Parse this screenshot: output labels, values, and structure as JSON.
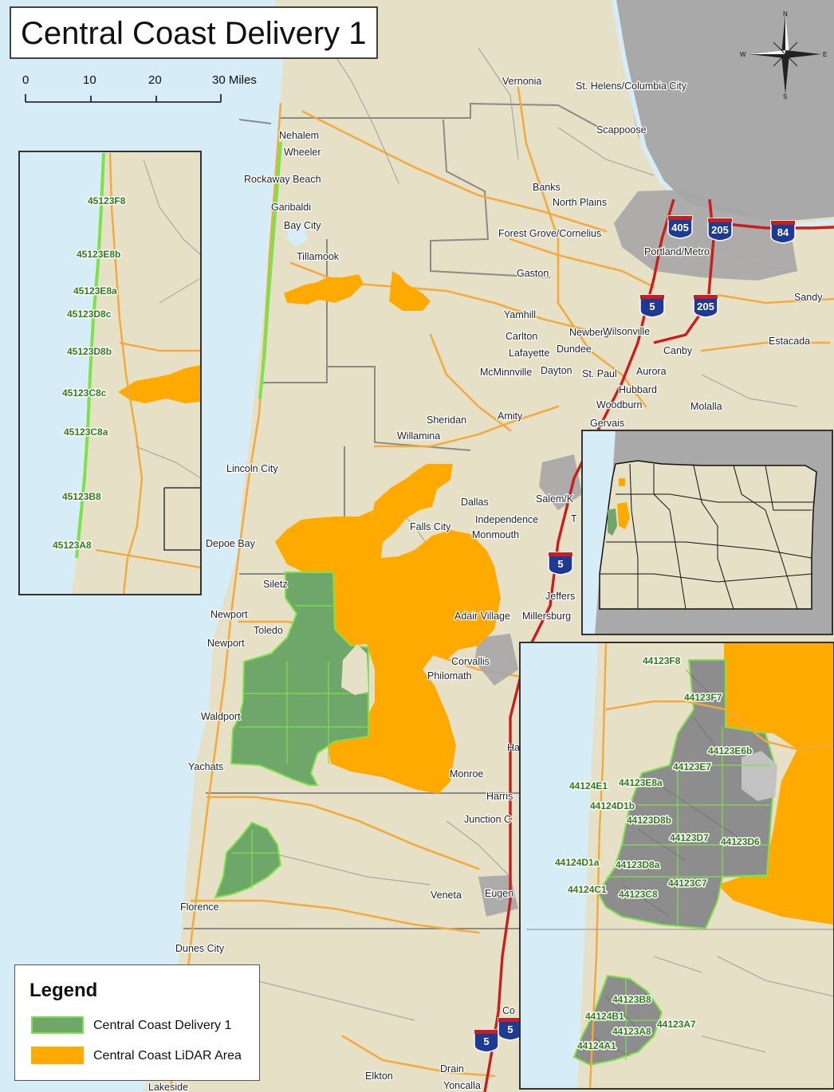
{
  "title": "Central Coast Delivery 1",
  "colors": {
    "land": "#e6e0c7",
    "water": "#d6ecf7",
    "out_of_state": "#a9a9a9",
    "delivery": "#6fa66a",
    "delivery_edge": "#7ce24a",
    "lidar": "#ffaa00",
    "road": "#f3a83a",
    "interstate": "#c81e1e",
    "urban": "#a6a6a6"
  },
  "scale_bar": {
    "labels": [
      "0",
      "10",
      "20",
      "30 Miles"
    ]
  },
  "compass": {
    "n": "N",
    "s": "S",
    "e": "E",
    "w": "W"
  },
  "places": [
    {
      "name": "Vernonia"
    },
    {
      "name": "St. Helens/Columbia City"
    },
    {
      "name": "Nehalem"
    },
    {
      "name": "Wheeler"
    },
    {
      "name": "Scappoose"
    },
    {
      "name": "Rockaway Beach"
    },
    {
      "name": "Banks"
    },
    {
      "name": "North Plains"
    },
    {
      "name": "Garibaldi"
    },
    {
      "name": "Bay City"
    },
    {
      "name": "Forest Grove/Cornelius"
    },
    {
      "name": "Tillamook"
    },
    {
      "name": "Portland/Metro"
    },
    {
      "name": "Gaston"
    },
    {
      "name": "Sandy"
    },
    {
      "name": "Yamhill"
    },
    {
      "name": "Carlton"
    },
    {
      "name": "Newberg"
    },
    {
      "name": "Wilsonville"
    },
    {
      "name": "Estacada"
    },
    {
      "name": "Lafayette"
    },
    {
      "name": "Dundee"
    },
    {
      "name": "Canby"
    },
    {
      "name": "McMinnville"
    },
    {
      "name": "Dayton"
    },
    {
      "name": "St. Paul"
    },
    {
      "name": "Aurora"
    },
    {
      "name": "Hubbard"
    },
    {
      "name": "Woodburn"
    },
    {
      "name": "Molalla"
    },
    {
      "name": "Gervais"
    },
    {
      "name": "Sheridan"
    },
    {
      "name": "Amity"
    },
    {
      "name": "Willamina"
    },
    {
      "name": "Lincoln City"
    },
    {
      "name": "Dallas"
    },
    {
      "name": "Salem/K"
    },
    {
      "name": "Independence"
    },
    {
      "name": "Falls City"
    },
    {
      "name": "Monmouth"
    },
    {
      "name": "Depoe Bay"
    },
    {
      "name": "Siletz"
    },
    {
      "name": "Jeffers"
    },
    {
      "name": "Newport"
    },
    {
      "name": "Adair Village"
    },
    {
      "name": "Millersburg"
    },
    {
      "name": "Toledo"
    },
    {
      "name": "Newport"
    },
    {
      "name": "Corvallis"
    },
    {
      "name": "Philomath"
    },
    {
      "name": "Waldport"
    },
    {
      "name": "Ha"
    },
    {
      "name": "Yachats"
    },
    {
      "name": "Monroe"
    },
    {
      "name": "Harris"
    },
    {
      "name": "Junction C"
    },
    {
      "name": "Florence"
    },
    {
      "name": "Veneta"
    },
    {
      "name": "Eugen"
    },
    {
      "name": "Dunes City"
    },
    {
      "name": "Co"
    },
    {
      "name": "Elkton"
    },
    {
      "name": "Drain"
    },
    {
      "name": "Lakeside"
    },
    {
      "name": "Yoncalla"
    },
    {
      "name": "T"
    }
  ],
  "interstate_shields": [
    {
      "num": "405"
    },
    {
      "num": "205"
    },
    {
      "num": "84"
    },
    {
      "num": "5"
    },
    {
      "num": "205"
    },
    {
      "num": "5"
    },
    {
      "num": "5"
    },
    {
      "num": "5"
    }
  ],
  "inset_north": {
    "quads": [
      "45123F8",
      "45123E8b",
      "45123E8a",
      "45123D8c",
      "45123D8b",
      "45123C8c",
      "45123C8a",
      "45123B8",
      "45123A8"
    ]
  },
  "inset_south": {
    "quads": [
      "44123F8",
      "44123F7",
      "44123E6b",
      "44123E7",
      "44124E1",
      "44123E8a",
      "44124D1b",
      "44123D8b",
      "44123D7",
      "44123D6",
      "44124D1a",
      "44123D8a",
      "44124C1",
      "44123C7",
      "44123C8",
      "44123B8",
      "44124B1",
      "44123A7",
      "44123A8",
      "44124A1"
    ]
  },
  "legend": {
    "title": "Legend",
    "items": [
      {
        "label": "Central Coast Delivery 1",
        "color": "#6fa66a",
        "edge": "#7ce24a"
      },
      {
        "label": "Central Coast LiDAR Area",
        "color": "#ffaa00",
        "edge": "#ffaa00"
      }
    ]
  }
}
